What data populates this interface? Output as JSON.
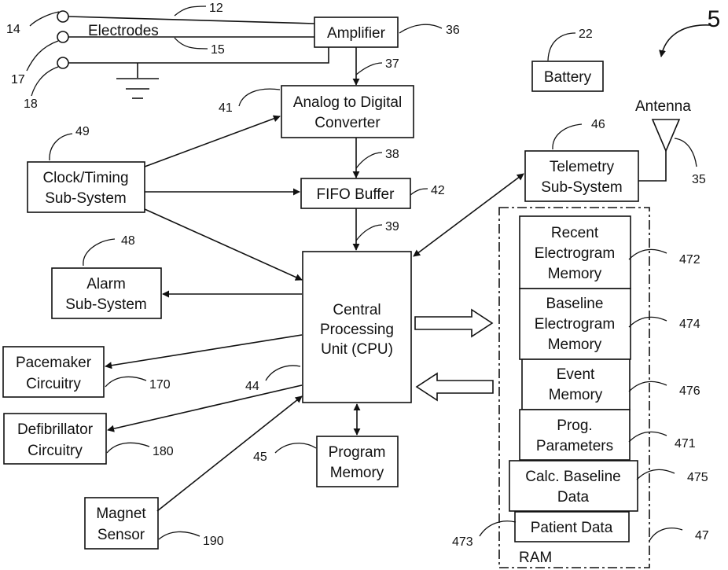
{
  "figure": {
    "number": "5",
    "electrodes_label": "Electrodes",
    "antenna_label": "Antenna"
  },
  "blocks": {
    "amplifier": "Amplifier",
    "battery": "Battery",
    "adc": [
      "Analog to Digital",
      "Converter"
    ],
    "clock": [
      "Clock/Timing",
      "Sub-System"
    ],
    "fifo": "FIFO Buffer",
    "telemetry": [
      "Telemetry",
      "Sub-System"
    ],
    "alarm": [
      "Alarm",
      "Sub-System"
    ],
    "cpu": [
      "Central",
      "Processing",
      "Unit (CPU)"
    ],
    "pacemaker": [
      "Pacemaker",
      "Circuitry"
    ],
    "defibrillator": [
      "Defibrillator",
      "Circuitry"
    ],
    "program_memory": [
      "Program",
      "Memory"
    ],
    "magnet": [
      "Magnet",
      "Sensor"
    ]
  },
  "ram": {
    "label": "RAM",
    "recent": [
      "Recent",
      "Electrogram",
      "Memory"
    ],
    "baseline": [
      "Baseline",
      "Electrogram",
      "Memory"
    ],
    "event": [
      "Event",
      "Memory"
    ],
    "prog": [
      "Prog.",
      "Parameters"
    ],
    "calc": [
      "Calc. Baseline",
      "Data"
    ],
    "patient": "Patient Data"
  },
  "refs": {
    "r12": "12",
    "r14": "14",
    "r15": "15",
    "r17": "17",
    "r18": "18",
    "r36": "36",
    "r37": "37",
    "r22": "22",
    "r41": "41",
    "r38": "38",
    "r49": "49",
    "r42": "42",
    "r39": "39",
    "r46": "46",
    "r35": "35",
    "r48": "48",
    "r472": "472",
    "r474": "474",
    "r476": "476",
    "r471": "471",
    "r475": "475",
    "r473": "473",
    "r47": "47",
    "r44": "44",
    "r45": "45",
    "r170": "170",
    "r180": "180",
    "r190": "190"
  }
}
